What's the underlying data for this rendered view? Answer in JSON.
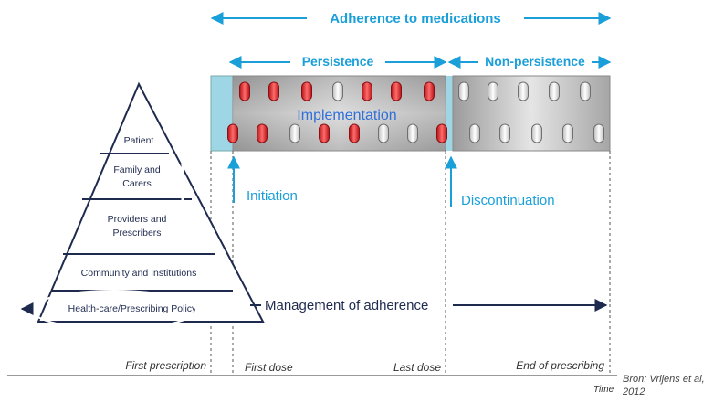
{
  "header": {
    "adherence_label": "Adherence to medications",
    "persistence_label": "Persistence",
    "non_persistence_label": "Non-persistence",
    "implementation_label": "Implementation"
  },
  "events": {
    "initiation_label": "Initiation",
    "discontinuation_label": "Discontinuation"
  },
  "pyramid": {
    "levels": [
      "Patient",
      "Family and",
      "Carers",
      "Providers and",
      "Prescribers",
      "Community and Institutions",
      "Health-care/Prescribing Policy"
    ]
  },
  "management": {
    "label": "Management of adherence"
  },
  "timeline": {
    "first_prescription": "First prescription",
    "first_dose": "First dose",
    "last_dose": "Last dose",
    "end_of_prescribing": "End of prescribing",
    "time_label": "Time"
  },
  "source": {
    "line1": "Bron: Vrijens et al,",
    "line2": "2012"
  },
  "colors": {
    "accent_blue": "#1a9fd9",
    "pill_red": "#e0262b",
    "navy": "#1f2a4f"
  }
}
